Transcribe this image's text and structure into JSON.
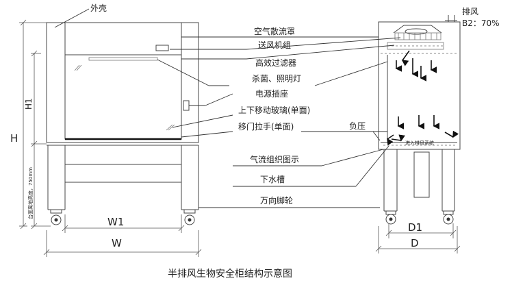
{
  "labels": {
    "shell": "外壳",
    "air_hood": "空气散流罩",
    "fan_unit": "送风机组",
    "hepa_filter": "高效过滤器",
    "uv_light": "杀菌、照明灯",
    "power_socket": "电源插座",
    "sliding_glass": "上下移动玻璃(单面)",
    "door_handle": "移门拉手(单面)",
    "negative_pressure": "负压",
    "airflow_diagram": "气流组织图示",
    "sink": "下水槽",
    "casters": "万向脚轮",
    "exhaust": "排风",
    "exhaust_ratio": "B2：70%",
    "vent_text": "进入排风系统"
  },
  "dimensions": {
    "H": "H",
    "H1": "H1",
    "bench_height": "台面离地高度，750mm",
    "W1": "W1",
    "W": "W",
    "D1": "D1",
    "D": "D"
  },
  "caption": "半排风生物安全柜结构示意图"
}
